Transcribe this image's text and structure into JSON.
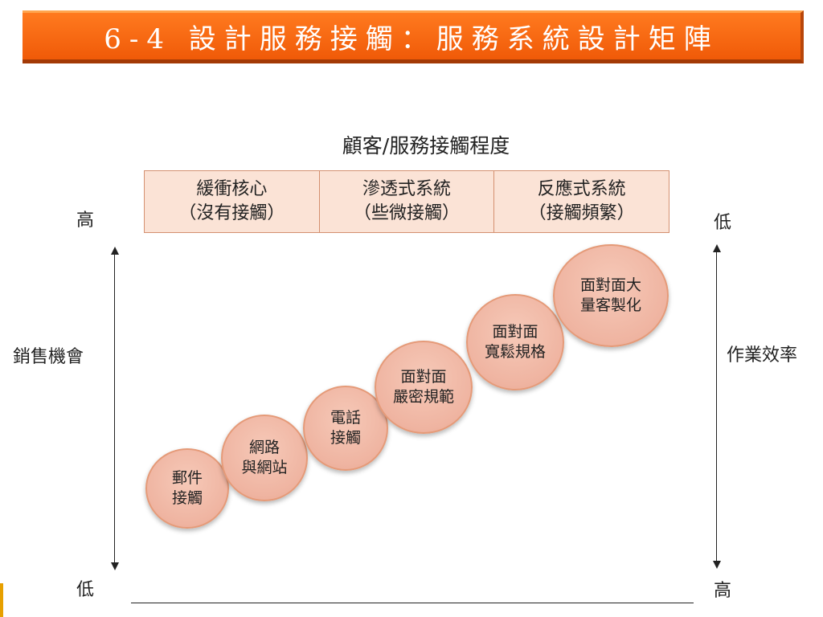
{
  "title": "6-4 設計服務接觸：服務系統設計矩陣",
  "top_axis_title": "顧客/服務接觸程度",
  "header_cells": [
    {
      "line1": "緩衝核心",
      "line2": "（沒有接觸）"
    },
    {
      "line1": "滲透式系統",
      "line2": "（些微接觸）"
    },
    {
      "line1": "反應式系統",
      "line2": "（接觸頻繁）"
    }
  ],
  "left_axis": {
    "top": "高",
    "label": "銷售機會",
    "bottom": "低"
  },
  "right_axis": {
    "top": "低",
    "label": "作業效率",
    "bottom": "高"
  },
  "bubbles": [
    {
      "line1": "郵件",
      "line2": "接觸"
    },
    {
      "line1": "網路",
      "line2": "與網站"
    },
    {
      "line1": "電話",
      "line2": "接觸"
    },
    {
      "line1": "面對面",
      "line2": "嚴密規範"
    },
    {
      "line1": "面對面",
      "line2": "寬鬆規格"
    },
    {
      "line1": "面對面大",
      "line2": "量客製化"
    }
  ],
  "colors": {
    "title_bar": "#f05a08",
    "header_fill": "#fbe3d6",
    "bubble_fill": "#efb4a1",
    "bubble_border": "#e59a78"
  }
}
